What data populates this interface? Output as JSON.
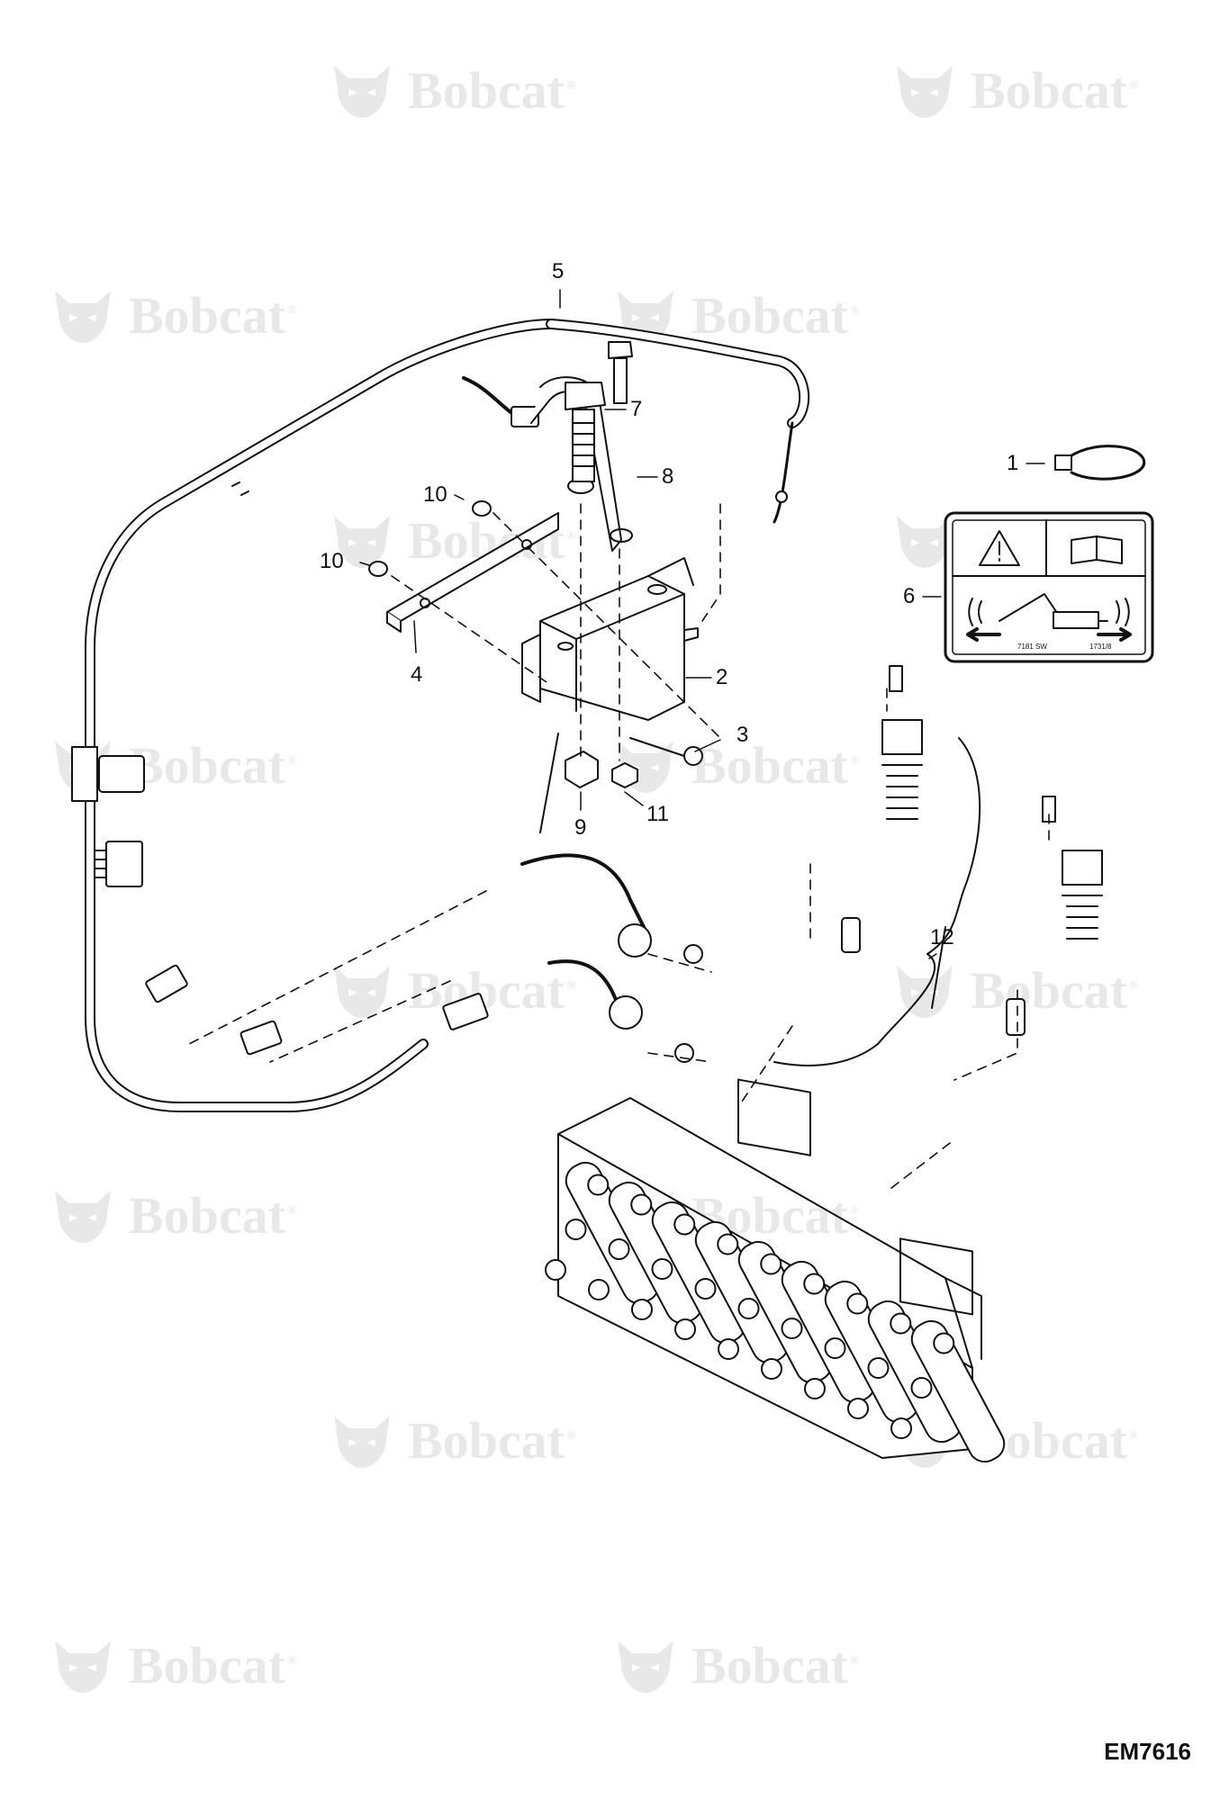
{
  "watermark": {
    "brand": "Bobcat",
    "mark": "®"
  },
  "callouts": [
    {
      "id": "1",
      "label": "1"
    },
    {
      "id": "2",
      "label": "2"
    },
    {
      "id": "3",
      "label": "3"
    },
    {
      "id": "4",
      "label": "4"
    },
    {
      "id": "5",
      "label": "5"
    },
    {
      "id": "6",
      "label": "6"
    },
    {
      "id": "7",
      "label": "7"
    },
    {
      "id": "8",
      "label": "8"
    },
    {
      "id": "9",
      "label": "9"
    },
    {
      "id": "10a",
      "label": "10"
    },
    {
      "id": "10b",
      "label": "10"
    },
    {
      "id": "11",
      "label": "11"
    },
    {
      "id": "12",
      "label": "12"
    }
  ],
  "decal": {
    "code_left": "7181 SW",
    "code_right": "1731/8"
  },
  "drawing_code": "EM7616",
  "colors": {
    "line": "#111111",
    "watermark": "#9a9a9a"
  }
}
